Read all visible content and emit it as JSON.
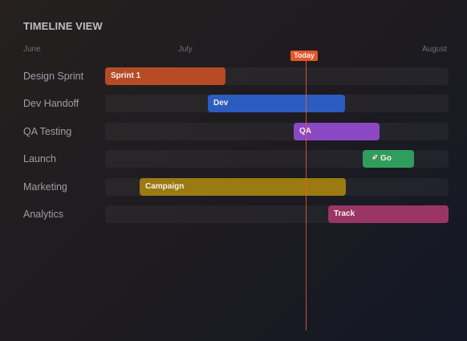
{
  "title": "TIMELINE VIEW",
  "months": [
    "June",
    "July",
    "August"
  ],
  "today_label": "Today",
  "rows": [
    {
      "label": "Design Sprint",
      "bar": "Sprint 1",
      "color": "#b64b26"
    },
    {
      "label": "Dev Handoff",
      "bar": "Dev",
      "color": "#2d5cc0"
    },
    {
      "label": "QA Testing",
      "bar": "QA",
      "color": "#8a48c4"
    },
    {
      "label": "Launch",
      "bar": "Go",
      "bar_icon": "rocket-icon",
      "color": "#2f9d5c"
    },
    {
      "label": "Marketing",
      "bar": "Campaign",
      "color": "#9c7a12"
    },
    {
      "label": "Analytics",
      "bar": "Track",
      "color": "#9a3566"
    }
  ]
}
